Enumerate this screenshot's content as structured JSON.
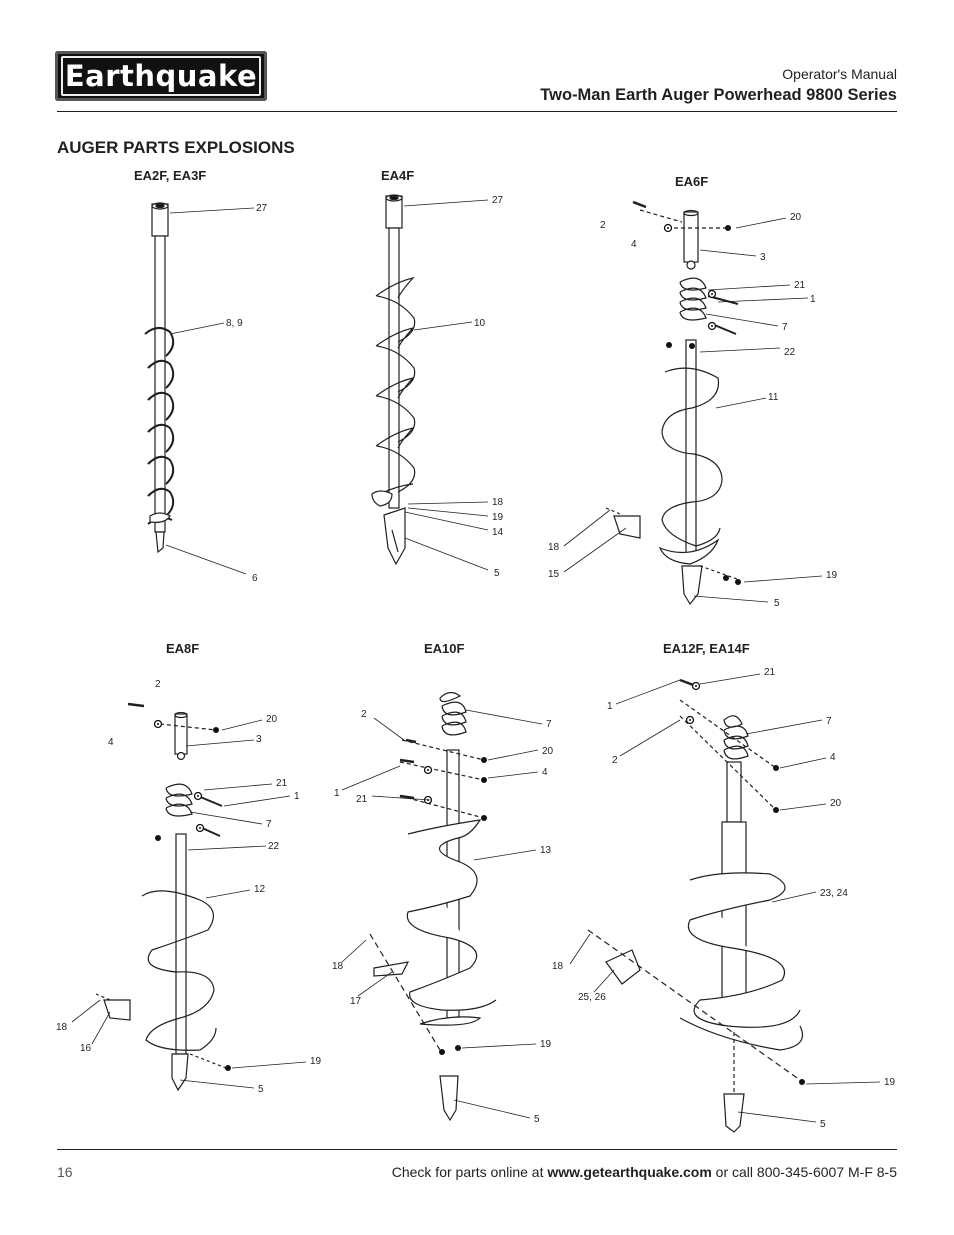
{
  "header": {
    "logo_text": "Earthquake",
    "subtitle": "Operator's Manual",
    "title": "Two-Man Earth Auger Powerhead 9800 Series"
  },
  "section_title": "AUGER PARTS EXPLOSIONS",
  "figures": [
    {
      "label": "EA2F, EA3F",
      "callouts": [
        "27",
        "8, 9",
        "6"
      ]
    },
    {
      "label": "EA4F",
      "callouts": [
        "27",
        "10",
        "18",
        "19",
        "14",
        "5"
      ]
    },
    {
      "label": "EA6F",
      "callouts": [
        "2",
        "4",
        "20",
        "3",
        "21",
        "1",
        "7",
        "22",
        "11",
        "18",
        "15",
        "19",
        "5"
      ]
    },
    {
      "label": "EA8F",
      "callouts": [
        "2",
        "4",
        "20",
        "3",
        "21",
        "1",
        "7",
        "22",
        "12",
        "18",
        "16",
        "19",
        "5"
      ]
    },
    {
      "label": "EA10F",
      "callouts": [
        "2",
        "7",
        "20",
        "4",
        "1",
        "21",
        "13",
        "18",
        "17",
        "19",
        "5"
      ]
    },
    {
      "label": "EA12F, EA14F",
      "callouts": [
        "1",
        "21",
        "7",
        "2",
        "4",
        "20",
        "23, 24",
        "18",
        "25, 26",
        "19",
        "5"
      ]
    }
  ],
  "footer": {
    "page_number": "16",
    "text_prefix": "Check for parts online at ",
    "url": "www.getearthquake.com",
    "text_suffix": " or call 800-345-6007 M-F 8-5"
  }
}
